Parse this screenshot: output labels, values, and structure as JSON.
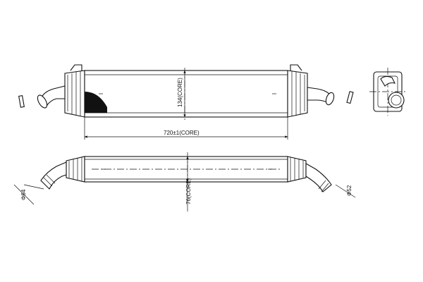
{
  "dimensions": {
    "core_height": "134(CORE)",
    "core_length": "720±1(CORE)",
    "core_depth": "76(CORE)",
    "inlet_diameter": "Φ64",
    "outlet_diameter": "Φ52"
  }
}
